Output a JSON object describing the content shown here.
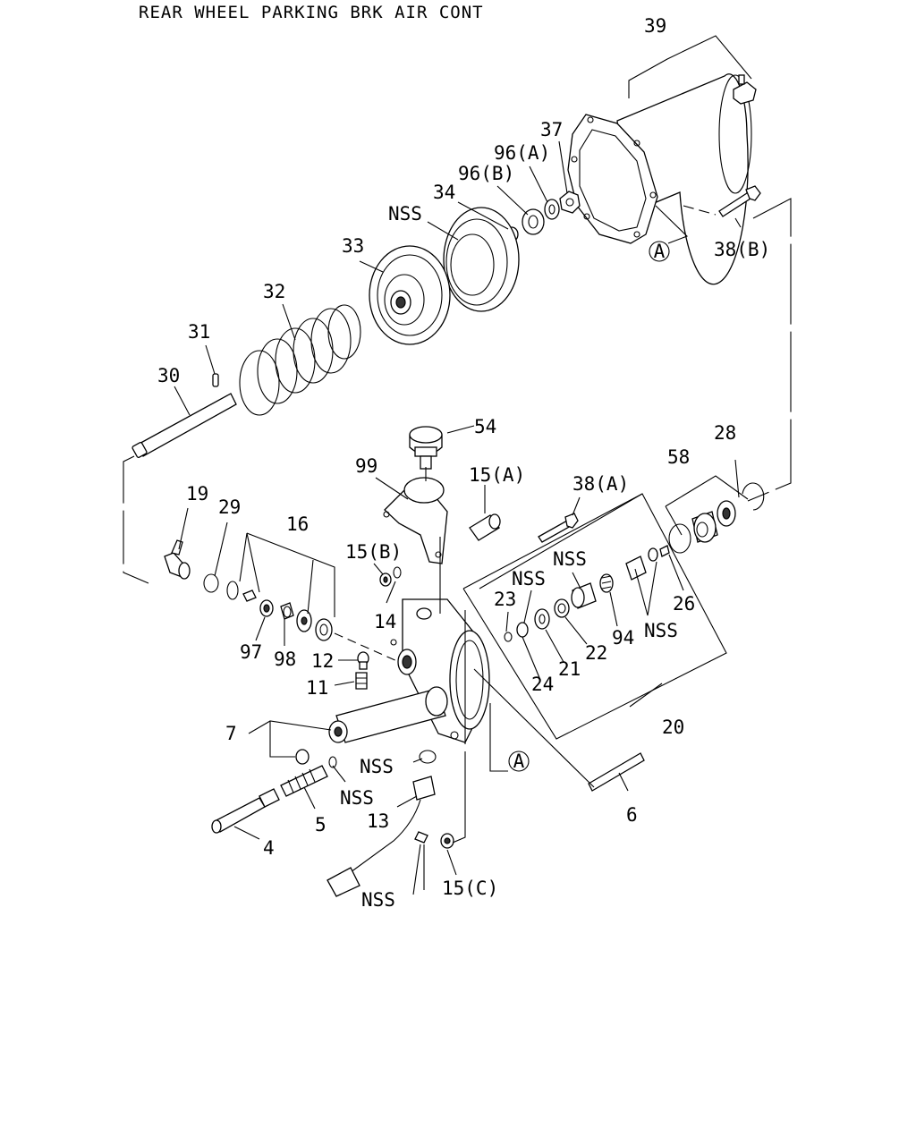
{
  "title": "REAR WHEEL PARKING BRK AIR CONT",
  "reference_mark": "A",
  "part_labels": [
    {
      "id": "39",
      "text": "39"
    },
    {
      "id": "37",
      "text": "37"
    },
    {
      "id": "96a",
      "text": "96(A)"
    },
    {
      "id": "96b",
      "text": "96(B)"
    },
    {
      "id": "34",
      "text": "34"
    },
    {
      "id": "nss-top",
      "text": "NSS"
    },
    {
      "id": "33",
      "text": "33"
    },
    {
      "id": "32",
      "text": "32"
    },
    {
      "id": "31",
      "text": "31"
    },
    {
      "id": "30",
      "text": "30"
    },
    {
      "id": "38b",
      "text": "38(B)"
    },
    {
      "id": "54",
      "text": "54"
    },
    {
      "id": "28",
      "text": "28"
    },
    {
      "id": "58",
      "text": "58"
    },
    {
      "id": "99",
      "text": "99"
    },
    {
      "id": "15a",
      "text": "15(A)"
    },
    {
      "id": "38a",
      "text": "38(A)"
    },
    {
      "id": "19",
      "text": "19"
    },
    {
      "id": "29",
      "text": "29"
    },
    {
      "id": "16",
      "text": "16"
    },
    {
      "id": "15b",
      "text": "15(B)"
    },
    {
      "id": "nss-mid1",
      "text": "NSS"
    },
    {
      "id": "nss-mid2",
      "text": "NSS"
    },
    {
      "id": "23",
      "text": "23"
    },
    {
      "id": "26",
      "text": "26"
    },
    {
      "id": "14",
      "text": "14"
    },
    {
      "id": "94",
      "text": "94"
    },
    {
      "id": "nss-mid3",
      "text": "NSS"
    },
    {
      "id": "97",
      "text": "97"
    },
    {
      "id": "98",
      "text": "98"
    },
    {
      "id": "22",
      "text": "22"
    },
    {
      "id": "21",
      "text": "21"
    },
    {
      "id": "12",
      "text": "12"
    },
    {
      "id": "24",
      "text": "24"
    },
    {
      "id": "11",
      "text": "11"
    },
    {
      "id": "20",
      "text": "20"
    },
    {
      "id": "7",
      "text": "7"
    },
    {
      "id": "nss-low1",
      "text": "NSS"
    },
    {
      "id": "nss-low2",
      "text": "NSS"
    },
    {
      "id": "5",
      "text": "5"
    },
    {
      "id": "13",
      "text": "13"
    },
    {
      "id": "6",
      "text": "6"
    },
    {
      "id": "4",
      "text": "4"
    },
    {
      "id": "15c",
      "text": "15(C)"
    },
    {
      "id": "nss-low3",
      "text": "NSS"
    }
  ]
}
